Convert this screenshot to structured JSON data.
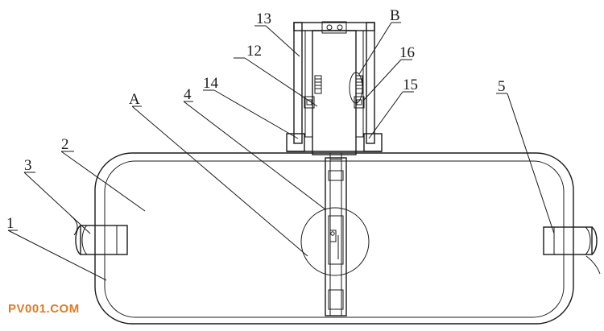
{
  "labels": {
    "l1": "1",
    "l2": "2",
    "l3": "3",
    "l4": "4",
    "l5": "5",
    "l12": "12",
    "l13": "13",
    "l14": "14",
    "l15": "15",
    "l16": "16",
    "lA": "A",
    "lB": "B"
  },
  "watermark": "PV001.COM",
  "colors": {
    "line": "#1a1a1a",
    "watermark": "#e07a24",
    "background": "#ffffff"
  }
}
